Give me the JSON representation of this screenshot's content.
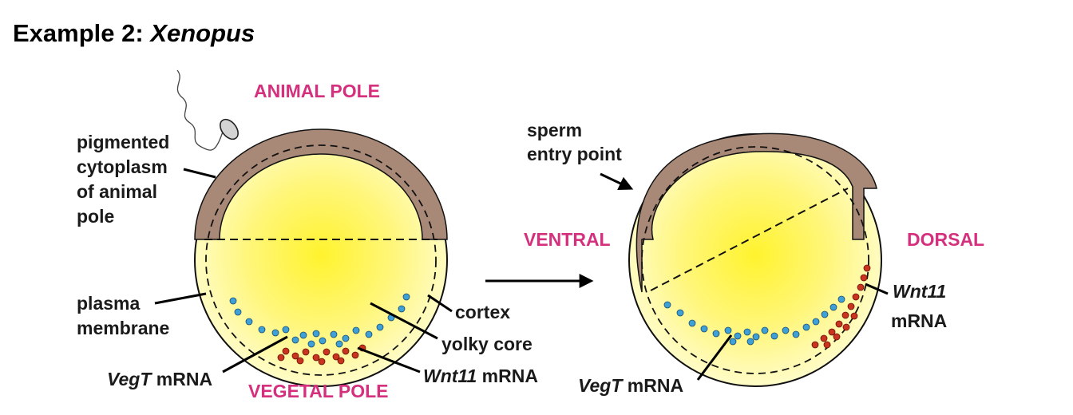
{
  "title": {
    "prefix": "Example 2: ",
    "organism": "Xenopus"
  },
  "colors": {
    "pigment": "#a88876",
    "yolk_core": "#fff32e",
    "yolk_edge": "#fffcc8",
    "pole_label": "#d4307e",
    "vegT_dot": "#3ea0d6",
    "wnt11_dot": "#c8341e"
  },
  "left_egg": {
    "pole_top": "ANIMAL POLE",
    "pole_bottom": "VEGETAL POLE",
    "pigmented_label": [
      "pigmented",
      "cytoplasm",
      "of animal",
      "pole"
    ],
    "plasma_label": [
      "plasma",
      "membrane"
    ],
    "cortex_label": "cortex",
    "yolky_label": "yolky core",
    "vegT": {
      "gene": "VegT",
      "suffix": " mRNA"
    },
    "wnt11": {
      "gene": "Wnt11",
      "suffix": " mRNA"
    }
  },
  "right_egg": {
    "sperm_label": [
      "sperm",
      "entry point"
    ],
    "ventral": "VENTRAL",
    "dorsal": "DORSAL",
    "wnt11": {
      "gene": "Wnt11",
      "suffix": "mRNA"
    },
    "vegT": {
      "gene": "VegT",
      "suffix": " mRNA"
    }
  },
  "icons": {
    "sperm": "sperm-icon",
    "transition_arrow": "right-arrow-icon"
  }
}
